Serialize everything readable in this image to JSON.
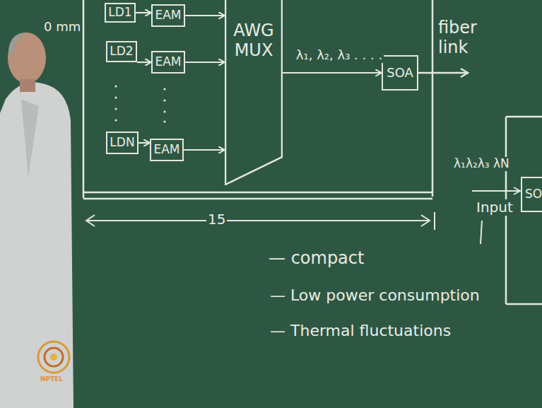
{
  "diagram": {
    "nodes": [
      {
        "text": [
          "LD1"
        ]
      },
      {
        "text": [
          "EAM"
        ]
      },
      {
        "text": [
          "LD2"
        ]
      },
      {
        "text": [
          "EAM"
        ]
      },
      {
        "text": [
          "LDN"
        ]
      },
      {
        "text": [
          "EAM"
        ]
      },
      {
        "text": [
          "AWG MUX"
        ]
      },
      {
        "text": [
          "SOA"
        ]
      },
      {
        "text": [
          "SO"
        ]
      }
    ],
    "edges": [
      {
        "from": 0,
        "to": 1,
        "arrow": "to"
      },
      {
        "from": 2,
        "to": 3,
        "arrow": "to"
      },
      {
        "from": 4,
        "to": 5,
        "arrow": "to"
      },
      {
        "from": 1,
        "to": 6,
        "arrow": "to"
      },
      {
        "from": 3,
        "to": 6,
        "arrow": "to"
      },
      {
        "from": 5,
        "to": 6,
        "arrow": "to"
      },
      {
        "from": 6,
        "to": 7,
        "label": "λ₁, λ₂, λ₃ . . . .",
        "arrow": "to"
      }
    ],
    "labels": [
      "0 mm",
      "fiber link",
      "15",
      "— compact",
      "— Low power consumption",
      "— Thermal fluctuations",
      "λ₁λ₂λ₃ λN",
      "Input",
      "NPTEL"
    ]
  }
}
